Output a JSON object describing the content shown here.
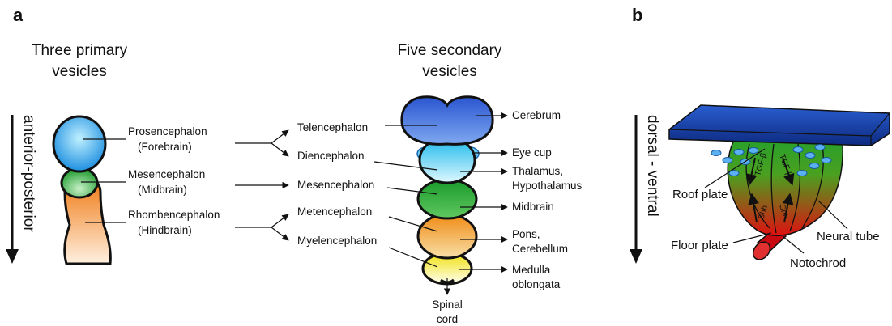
{
  "panel_a": {
    "label": "a",
    "primary_header": [
      "Three primary",
      "vesicles"
    ],
    "secondary_header": [
      "Five secondary",
      "vesicles"
    ],
    "axis_label": "anterior-posterior",
    "primary": [
      {
        "name": "Prosencephalon",
        "common": "(Forebrain)"
      },
      {
        "name": "Mesencephalon",
        "common": "(Midbrain)"
      },
      {
        "name": "Rhombencephalon",
        "common": "(Hindbrain)"
      }
    ],
    "secondary": [
      "Telencephalon",
      "Diencephalon",
      "Mesencephalon",
      "Metencephalon",
      "Myelencephalon"
    ],
    "adult": [
      [
        "Cerebrum"
      ],
      [
        "Eye cup"
      ],
      [
        "Thalamus,",
        "Hypothalamus"
      ],
      [
        "Midbrain"
      ],
      [
        "Pons,",
        "Cerebellum"
      ],
      [
        "Medulla",
        "oblongata"
      ]
    ],
    "spinal": [
      "Spinal",
      "cord"
    ]
  },
  "panel_b": {
    "label": "b",
    "axis_label": "dorsal - ventral",
    "roof_plate": "Roof plate",
    "floor_plate": "Floor plate",
    "neural_tube": "Neural tube",
    "notochord": "Notochrod",
    "signals": {
      "tgf_left": "TGF-β",
      "tgf_right": "TGF-β",
      "shh_left": "Shh",
      "shh_right": "Shh"
    }
  },
  "colors": {
    "prosencephalon": "#1e8fe0",
    "mesencephalon": "#1a9a2a",
    "rhombencephalon": "#f07a14",
    "telencephalon": "#2a55d0",
    "diencephalon": "#18b8ea",
    "myelencephalon": "#f0e010",
    "ectoderm": "#1a3fa0",
    "neural_tube_dorsal": "#2aa02a",
    "neural_tube_ventral": "#e01010"
  }
}
